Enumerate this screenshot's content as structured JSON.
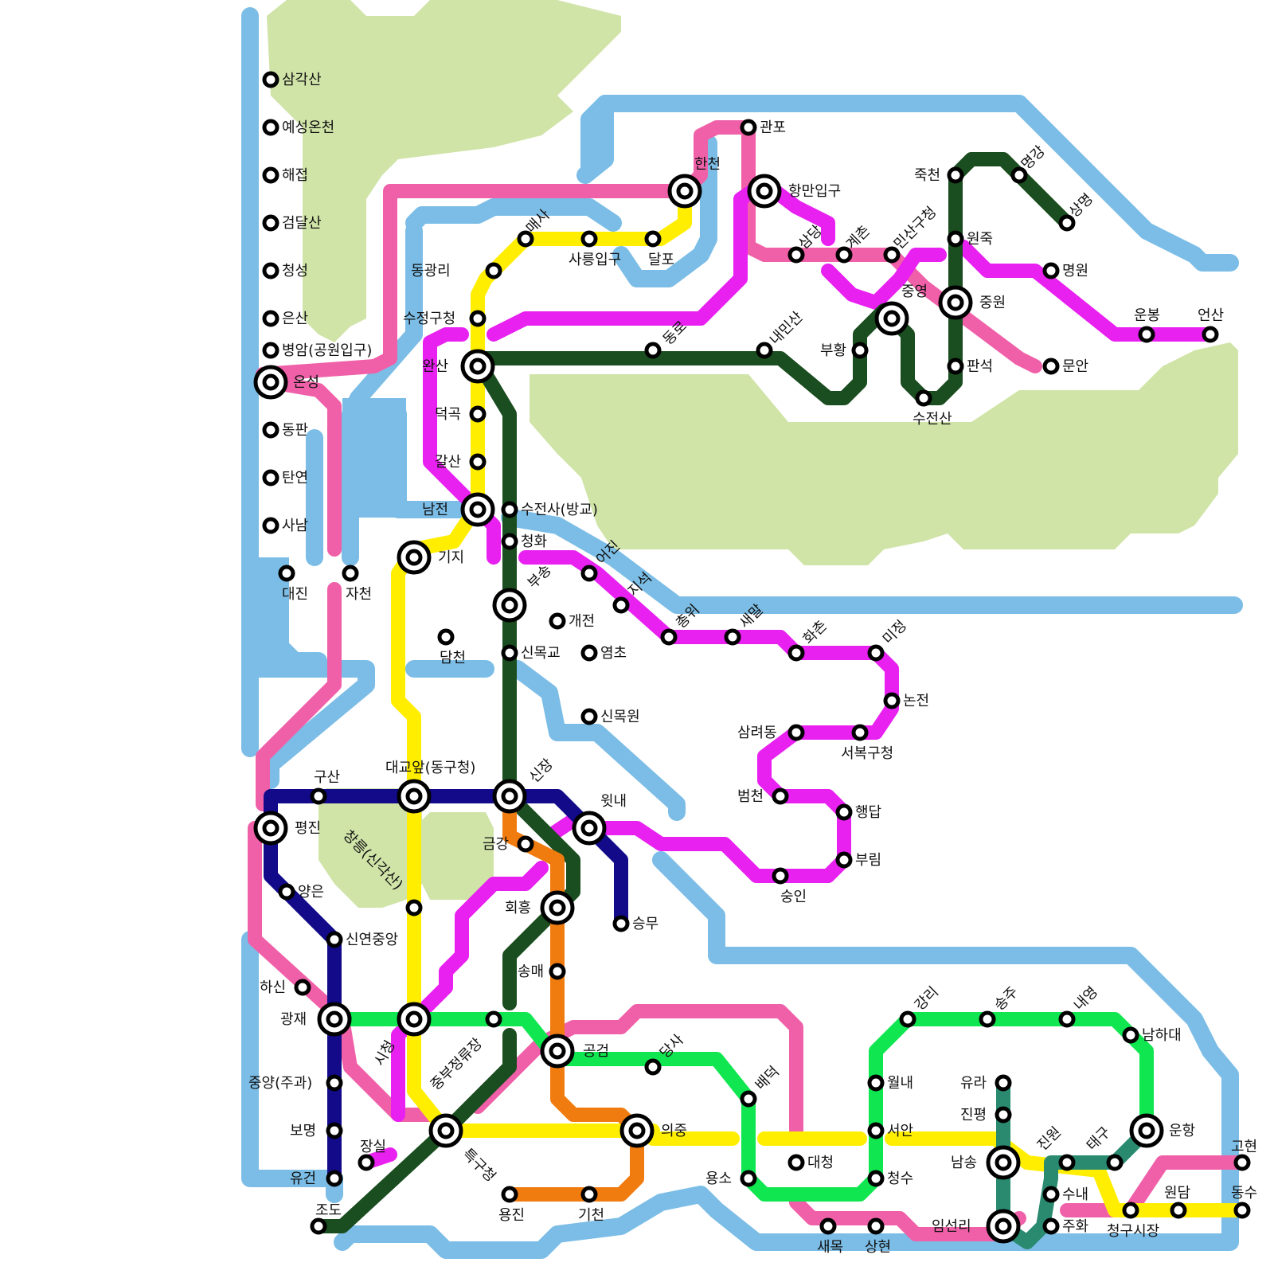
{
  "map": {
    "colors": {
      "background": "#ffffff",
      "water": "#7bbde6",
      "park": "#d0e4a8",
      "line_purple": "#9410c0",
      "line_pink": "#f060a8",
      "line_magenta": "#e820f0",
      "line_yellow": "#ffee00",
      "line_darkgreen": "#1a4d1f",
      "line_navy": "#120a88",
      "line_orange": "#f07c10",
      "line_green": "#10e650",
      "line_teal": "#2a8a70"
    },
    "stations": [
      {
        "name": "삼각산"
      },
      {
        "name": "예성온천"
      },
      {
        "name": "해접"
      },
      {
        "name": "검달산"
      },
      {
        "name": "청성"
      },
      {
        "name": "은산"
      },
      {
        "name": "병암(공원입구)"
      },
      {
        "name": "온성"
      },
      {
        "name": "동판"
      },
      {
        "name": "탄연"
      },
      {
        "name": "사남"
      },
      {
        "name": "대진"
      },
      {
        "name": "자천"
      },
      {
        "name": "기지"
      },
      {
        "name": "담천"
      },
      {
        "name": "동광리"
      },
      {
        "name": "매사"
      },
      {
        "name": "사릉입구"
      },
      {
        "name": "달포"
      },
      {
        "name": "한천"
      },
      {
        "name": "관포"
      },
      {
        "name": "항만입구"
      },
      {
        "name": "삼당"
      },
      {
        "name": "계촌"
      },
      {
        "name": "민산구청"
      },
      {
        "name": "죽천"
      },
      {
        "name": "명강"
      },
      {
        "name": "상명"
      },
      {
        "name": "원죽"
      },
      {
        "name": "명원"
      },
      {
        "name": "중원"
      },
      {
        "name": "중영"
      },
      {
        "name": "부황"
      },
      {
        "name": "판석"
      },
      {
        "name": "문안"
      },
      {
        "name": "수전산"
      },
      {
        "name": "운봉"
      },
      {
        "name": "언산"
      },
      {
        "name": "수정구청"
      },
      {
        "name": "완산"
      },
      {
        "name": "동로"
      },
      {
        "name": "내민산"
      },
      {
        "name": "덕곡"
      },
      {
        "name": "갈산"
      },
      {
        "name": "남전"
      },
      {
        "name": "수전사(방교)"
      },
      {
        "name": "청화"
      },
      {
        "name": "부송"
      },
      {
        "name": "어진"
      },
      {
        "name": "지석"
      },
      {
        "name": "총위"
      },
      {
        "name": "새말"
      },
      {
        "name": "화촌"
      },
      {
        "name": "미정"
      },
      {
        "name": "개전"
      },
      {
        "name": "염초"
      },
      {
        "name": "신목교"
      },
      {
        "name": "논전"
      },
      {
        "name": "신목원"
      },
      {
        "name": "삼려동"
      },
      {
        "name": "서복구청"
      },
      {
        "name": "구산"
      },
      {
        "name": "대교앞(동구청)"
      },
      {
        "name": "신장"
      },
      {
        "name": "윗내"
      },
      {
        "name": "범천"
      },
      {
        "name": "행답"
      },
      {
        "name": "평진"
      },
      {
        "name": "금강"
      },
      {
        "name": "부림"
      },
      {
        "name": "양은"
      },
      {
        "name": "창릉(신각산)"
      },
      {
        "name": "회흥"
      },
      {
        "name": "승무"
      },
      {
        "name": "숭인"
      },
      {
        "name": "신연중앙"
      },
      {
        "name": "송매"
      },
      {
        "name": "하신"
      },
      {
        "name": "광재"
      },
      {
        "name": "시청"
      },
      {
        "name": "중부정류장"
      },
      {
        "name": "강리"
      },
      {
        "name": "송주"
      },
      {
        "name": "내영"
      },
      {
        "name": "남하대"
      },
      {
        "name": "공검"
      },
      {
        "name": "당사"
      },
      {
        "name": "중양(주과)"
      },
      {
        "name": "월내"
      },
      {
        "name": "유라"
      },
      {
        "name": "배덕"
      },
      {
        "name": "진평"
      },
      {
        "name": "보명"
      },
      {
        "name": "장실"
      },
      {
        "name": "특구청"
      },
      {
        "name": "의중"
      },
      {
        "name": "서안"
      },
      {
        "name": "운항"
      },
      {
        "name": "진원"
      },
      {
        "name": "태구"
      },
      {
        "name": "남송"
      },
      {
        "name": "대청"
      },
      {
        "name": "고현"
      },
      {
        "name": "유건"
      },
      {
        "name": "용소"
      },
      {
        "name": "청수"
      },
      {
        "name": "수내"
      },
      {
        "name": "원담"
      },
      {
        "name": "동수"
      },
      {
        "name": "조도"
      },
      {
        "name": "용진"
      },
      {
        "name": "기천"
      },
      {
        "name": "청구시장"
      },
      {
        "name": "새목"
      },
      {
        "name": "상현"
      },
      {
        "name": "임선리"
      },
      {
        "name": "주화"
      }
    ]
  }
}
